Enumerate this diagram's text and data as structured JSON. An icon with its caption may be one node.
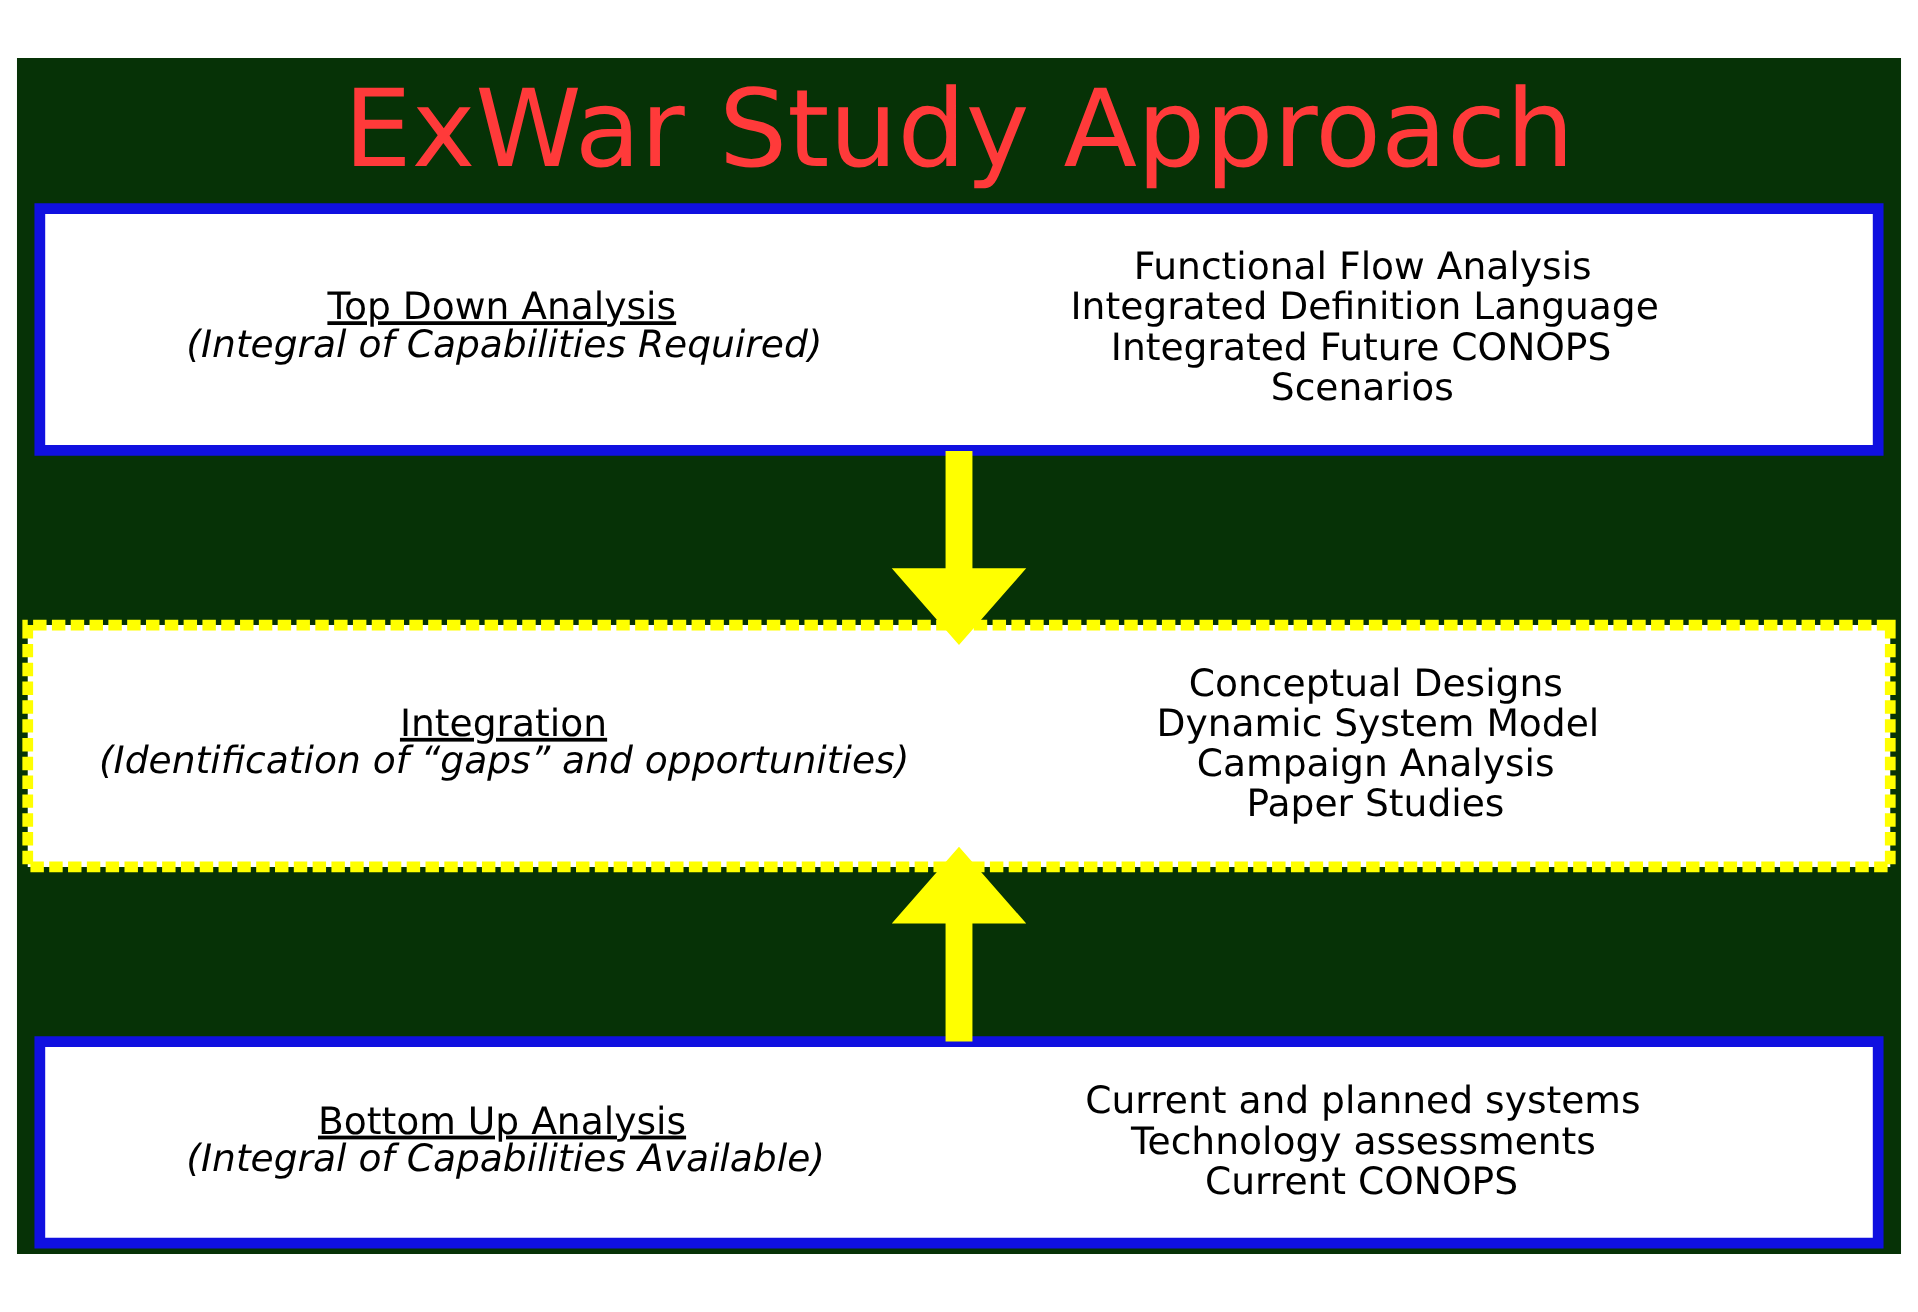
{
  "diagram": {
    "title": "ExWar Study Approach",
    "nodes": [
      {
        "text": [
          "Top Down Analysis",
          "(Integral of Capabilities Required)",
          "Functional Flow Analysis",
          "Integrated Definition Language",
          "Integrated Future CONOPS",
          "Scenarios"
        ]
      },
      {
        "text": [
          "Integration",
          "(Identification of “gaps” and opportunities)",
          "Conceptual Designs",
          "Dynamic System Model",
          "Campaign Analysis",
          "Paper Studies"
        ]
      },
      {
        "text": [
          "Bottom Up Analysis",
          "(Integral of Capabilities Available)",
          "Current and planned systems",
          "Technology assessments",
          "Current CONOPS"
        ]
      }
    ],
    "edges": [
      {
        "from": 0,
        "to": 1,
        "arrow": "to"
      },
      {
        "from": 2,
        "to": 1,
        "arrow": "to"
      }
    ]
  }
}
